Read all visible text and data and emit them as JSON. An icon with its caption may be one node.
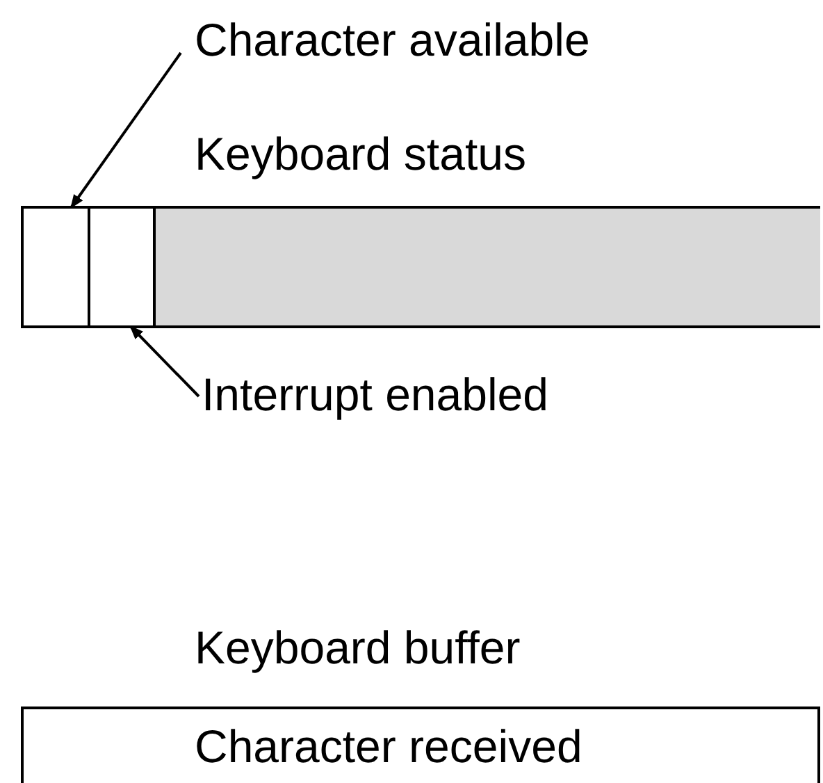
{
  "diagram": {
    "nodes": [
      {
        "text": [
          "Character available"
        ]
      },
      {
        "text": [
          "Keyboard status"
        ]
      },
      {
        "text": [],
        "shape": "box",
        "in": 1
      },
      {
        "text": [],
        "shape": "box",
        "in": 1
      },
      {
        "text": [],
        "shape": "bar",
        "in": 1
      },
      {
        "text": [
          "Interrupt enabled"
        ]
      },
      {
        "text": [
          "Keyboard buffer",
          "Character received"
        ]
      }
    ],
    "edges": [
      {
        "from": 0,
        "to": 2,
        "arrow": "to"
      },
      {
        "from": 5,
        "to": 3,
        "arrow": "to"
      }
    ]
  }
}
